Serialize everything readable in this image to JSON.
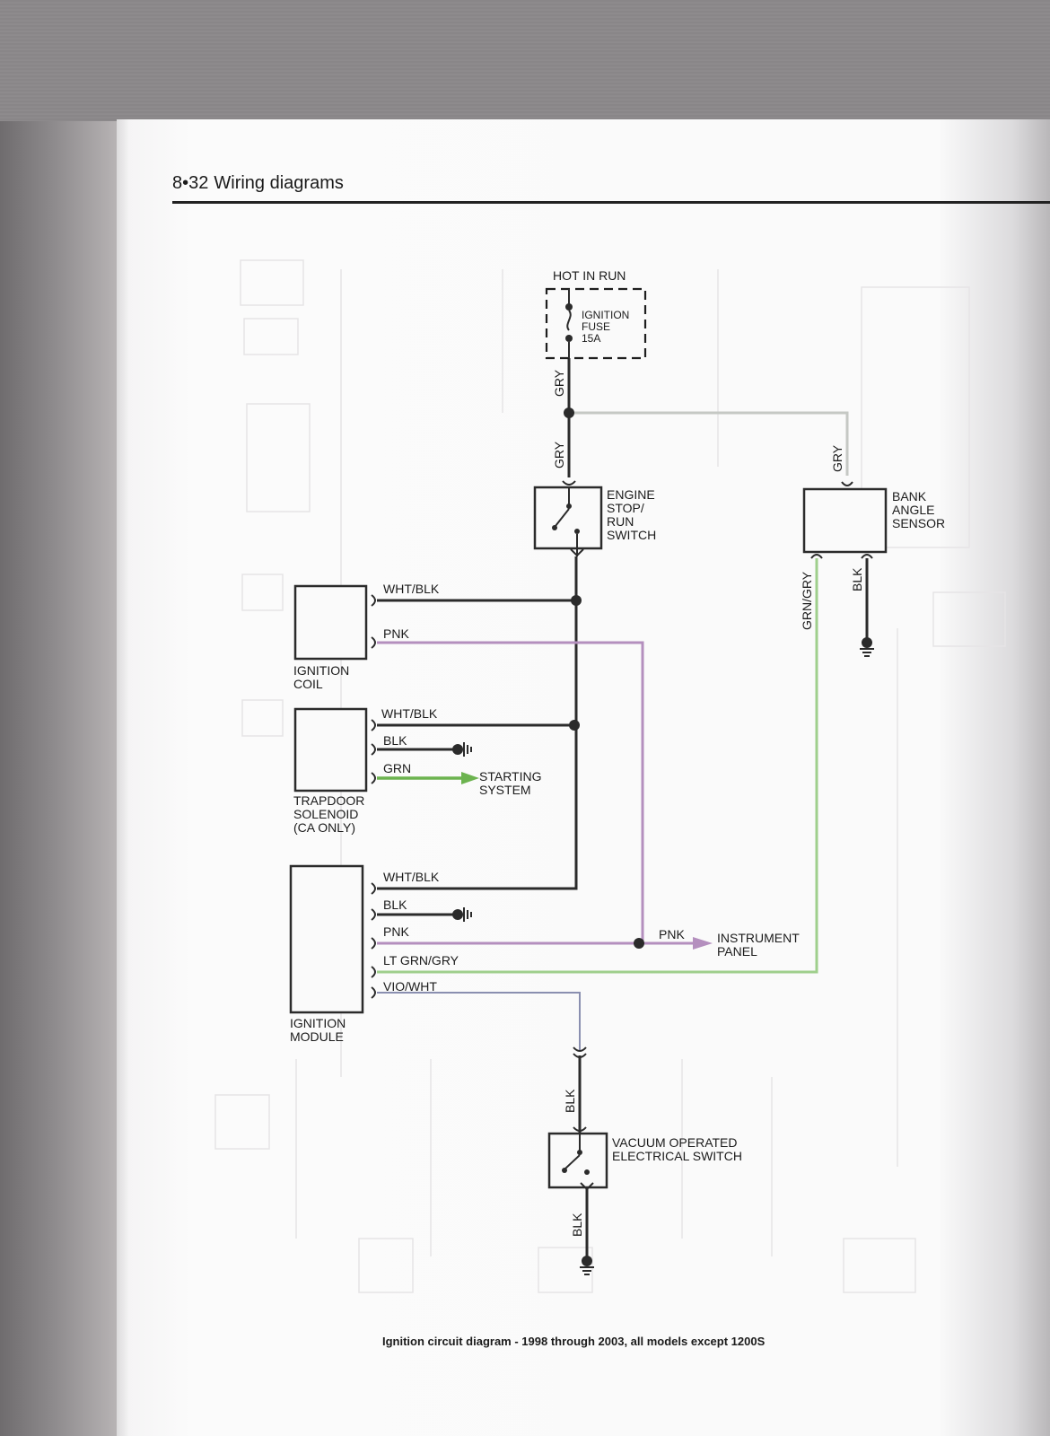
{
  "header": {
    "page_number": "8•32",
    "section_title": "Wiring diagrams"
  },
  "components": {
    "hot_in_run": "HOT IN RUN",
    "ignition_fuse": [
      "IGNITION",
      "FUSE",
      "15A"
    ],
    "engine_stop_run_switch": [
      "ENGINE",
      "STOP/",
      "RUN",
      "SWITCH"
    ],
    "bank_angle_sensor": [
      "BANK",
      "ANGLE",
      "SENSOR"
    ],
    "ignition_coil": [
      "IGNITION",
      "COIL"
    ],
    "trapdoor_solenoid": [
      "TRAPDOOR",
      "SOLENOID",
      "(CA ONLY)"
    ],
    "starting_system": [
      "STARTING",
      "SYSTEM"
    ],
    "ignition_module": [
      "IGNITION",
      "MODULE"
    ],
    "instrument_panel": [
      "INSTRUMENT",
      "PANEL"
    ],
    "vacuum_switch": [
      "VACUUM OPERATED",
      "ELECTRICAL SWITCH"
    ]
  },
  "wire_labels": {
    "gry_fuse": "GRY",
    "gry_switch": "GRY",
    "gry_sensor": "GRY",
    "grn_gry_sensor": "GRN/GRY",
    "blk_sensor": "BLK",
    "coil_wht_blk": "WHT/BLK",
    "coil_pnk": "PNK",
    "sol_wht_blk": "WHT/BLK",
    "sol_blk": "BLK",
    "sol_grn": "GRN",
    "mod_wht_blk": "WHT/BLK",
    "mod_blk": "BLK",
    "mod_pnk": "PNK",
    "mod_lt_grn_gry": "LT GRN/GRY",
    "mod_vio_wht": "VIO/WHT",
    "pnk_panel": "PNK",
    "blk_vac_top": "BLK",
    "blk_vac_bottom": "BLK"
  },
  "wire_colors": {
    "black": "#2b2b2b",
    "grey": "#c5c8c4",
    "pink": "#b48fbe",
    "green": "#6cb34f",
    "light_green": "#9fcf8c",
    "violet": "#8a8fb0"
  },
  "caption": "Ignition circuit diagram - 1998 through 2003, all models except 1200S"
}
